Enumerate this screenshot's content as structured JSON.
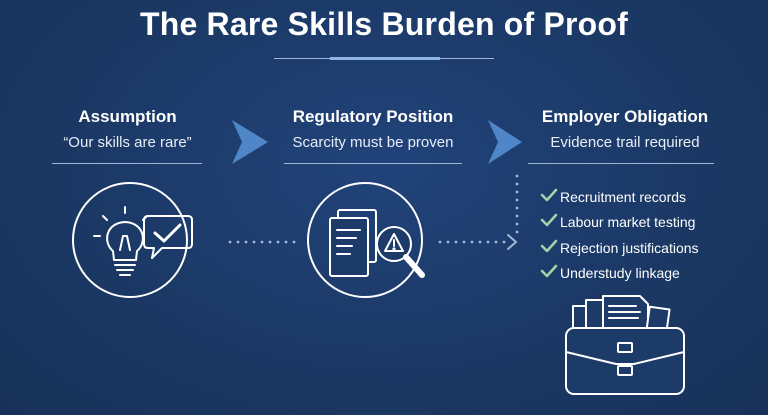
{
  "title": "The Rare Skills Burden of Proof",
  "columns": [
    {
      "heading": "Assumption",
      "subtext": "“Our skills are rare”",
      "icon": "lightbulb-check-icon"
    },
    {
      "heading": "Regulatory Position",
      "subtext": "Scarcity must be proven",
      "icon": "document-magnifier-warning-icon"
    },
    {
      "heading": "Employer Obligation",
      "subtext": "Evidence trail required",
      "icon": "briefcase-documents-icon"
    }
  ],
  "checklist": [
    "Recruitment records",
    "Labour market testing",
    "Rejection justifications",
    "Understudy linkage"
  ],
  "colors": {
    "background": "#1c3a66",
    "text": "#ffffff",
    "accent_arrow": "#4e86c8",
    "check": "#9fd3a8",
    "rule": "#9fb6d6"
  }
}
